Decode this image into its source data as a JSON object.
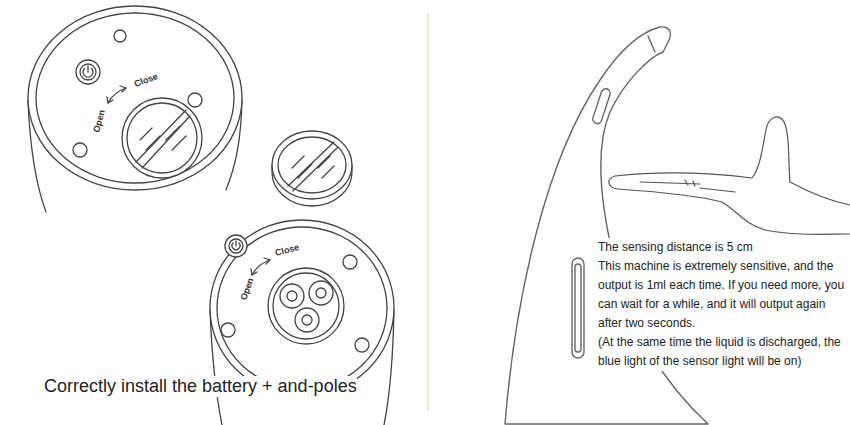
{
  "diagram": {
    "caption": "Correctly install the battery + and-poles",
    "labels": [
      "Close",
      "Open",
      "Close",
      "Open",
      "The sensing distance is 5 cm",
      "This machine is extremely sensitive, and the output is 1ml each time. If you need more, you can wait for a while, and it will output again after two seconds.",
      "(At the same time the liquid is discharged, the blue light of the sensor light will be on)"
    ]
  }
}
